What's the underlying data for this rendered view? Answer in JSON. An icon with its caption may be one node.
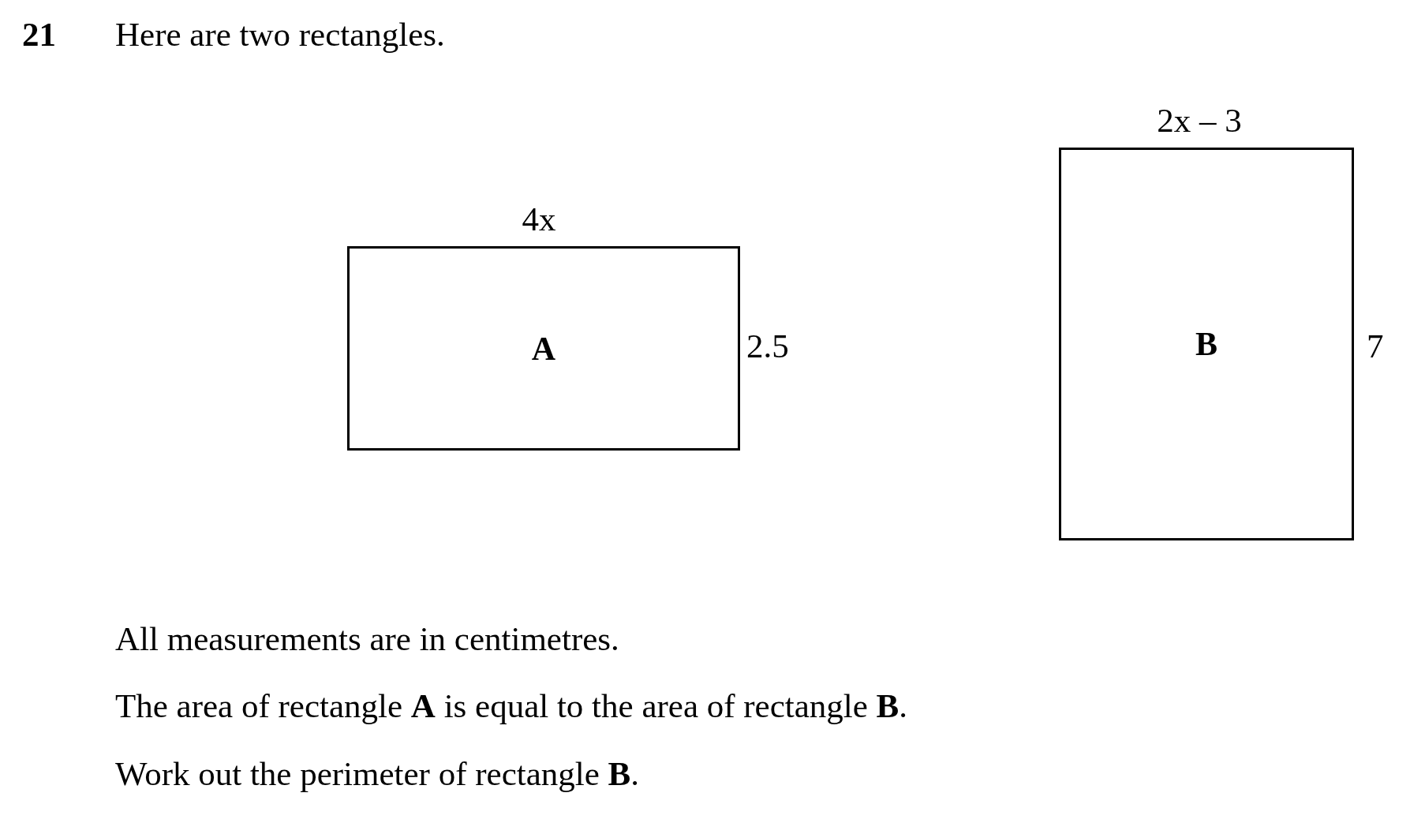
{
  "diagram": {
    "nodes": [
      {
        "text": [
          "A"
        ],
        "beside": [
          "4x",
          "2.5"
        ]
      },
      {
        "text": [
          "B"
        ],
        "beside": [
          "2x – 3",
          "7"
        ]
      }
    ],
    "labels": [
      "21",
      "Here are two rectangles.",
      "All measurements are in centimetres.",
      "The area of rectangle **A** is equal to the area of rectangle **B**.",
      "Work out the perimeter of rectangle **B**."
    ]
  }
}
